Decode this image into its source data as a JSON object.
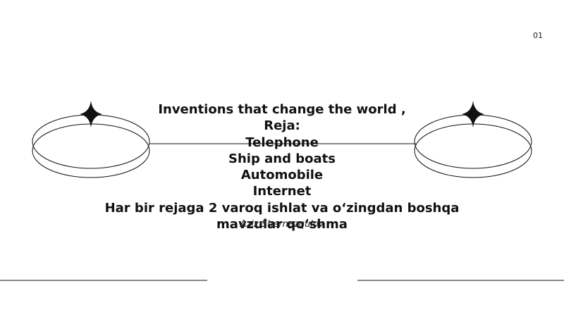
{
  "slide": {
    "page_number": "01",
    "title_lines": [
      "Inventions that change the world ,",
      "Reja:",
      "Telephone",
      "Ship and boats",
      "Automobile",
      "Internet",
      "Har bir rejaga 2 varoq ishlat va o‘zingdan boshqa",
      "mavzular qo‘shma"
    ],
    "author": "Aziz Shernazqulov"
  },
  "colors": {
    "background": "#ffffff",
    "text": "#111111",
    "lines": "#111111"
  },
  "icons": [
    "sparkle-star-icon",
    "sparkle-star-icon"
  ]
}
